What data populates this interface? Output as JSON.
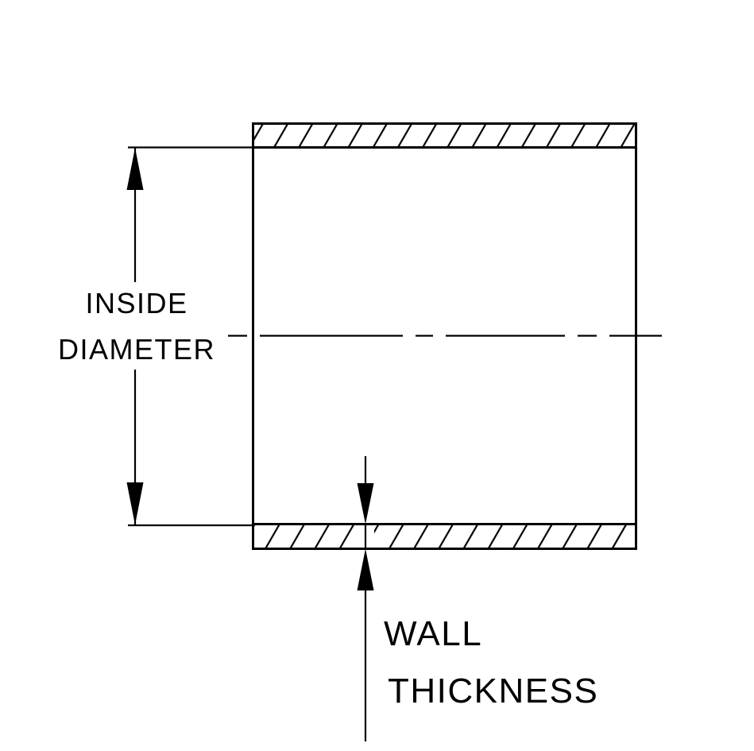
{
  "diagram": {
    "type": "technical-drawing",
    "description": "Tube / hose cross-section with inside diameter and wall thickness dimension callouts",
    "background_color": "#ffffff",
    "line_color": "#000000",
    "labels": {
      "inside_diameter": {
        "line1": "INSIDE",
        "line2": "DIAMETER"
      },
      "wall_thickness": {
        "line1": "WALL",
        "line2": "THICKNESS"
      }
    }
  }
}
